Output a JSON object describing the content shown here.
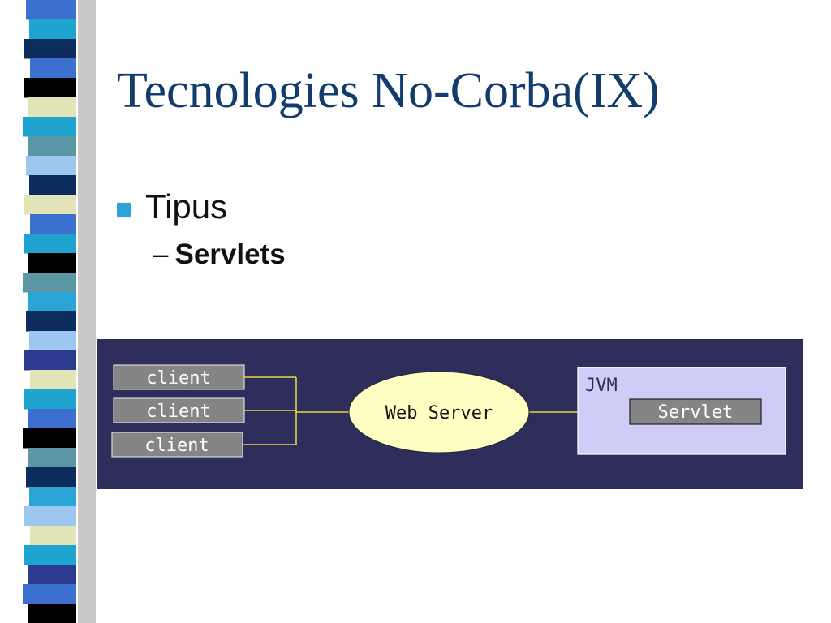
{
  "slide": {
    "title": "Tecnologies No-Corba(IX)",
    "bullet": "Tipus",
    "sub_dash": "–",
    "sub_bullet": "Servlets"
  },
  "diagram": {
    "clients": [
      {
        "label": "client"
      },
      {
        "label": "client"
      },
      {
        "label": "client"
      }
    ],
    "web_server": "Web Server",
    "jvm": "JVM",
    "servlet": "Servlet"
  },
  "colors": {
    "title": "#133b6b",
    "bullet": "#2aa6d6",
    "diagram_bg": "#2e2e5c",
    "box_fill": "#858585",
    "box_border": "#d8d8d8",
    "connector": "#e8d53a",
    "server_fill": "#ffffc4",
    "jvm_fill": "#cfcdf7"
  }
}
